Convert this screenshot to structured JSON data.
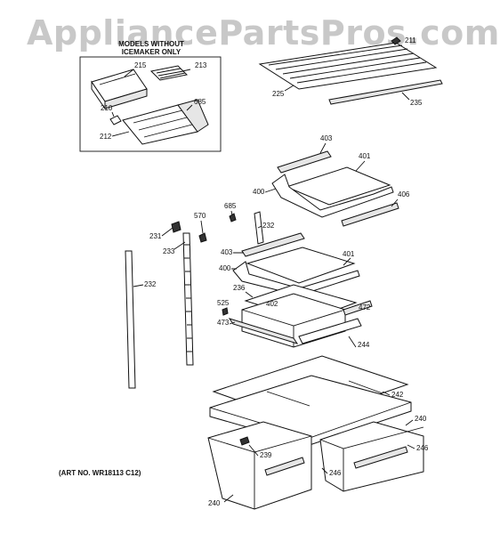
{
  "watermark": "AppliancePartsPros.com",
  "inset_box": {
    "title_line1": "MODELS WITHOUT",
    "title_line2": "ICEMAKER ONLY"
  },
  "art_number": "(ART NO. WR18113 C12)",
  "callouts": {
    "c215": "215",
    "c213": "213",
    "c685a": "685",
    "c210": "210",
    "c212": "212",
    "c211": "211",
    "c225": "225",
    "c235": "235",
    "c403a": "403",
    "c401a": "401",
    "c400a": "400",
    "c406": "406",
    "c685b": "685",
    "c570": "570",
    "c232a": "232",
    "c231": "231",
    "c233": "233",
    "c403b": "403",
    "c401b": "401",
    "c400b": "400",
    "c232b": "232",
    "c236": "236",
    "c525": "525",
    "c473": "473",
    "c402": "402",
    "c472": "472",
    "c244": "244",
    "c242": "242",
    "c240a": "240",
    "c246a": "246",
    "c239": "239",
    "c246b": "246",
    "c240b": "240"
  }
}
